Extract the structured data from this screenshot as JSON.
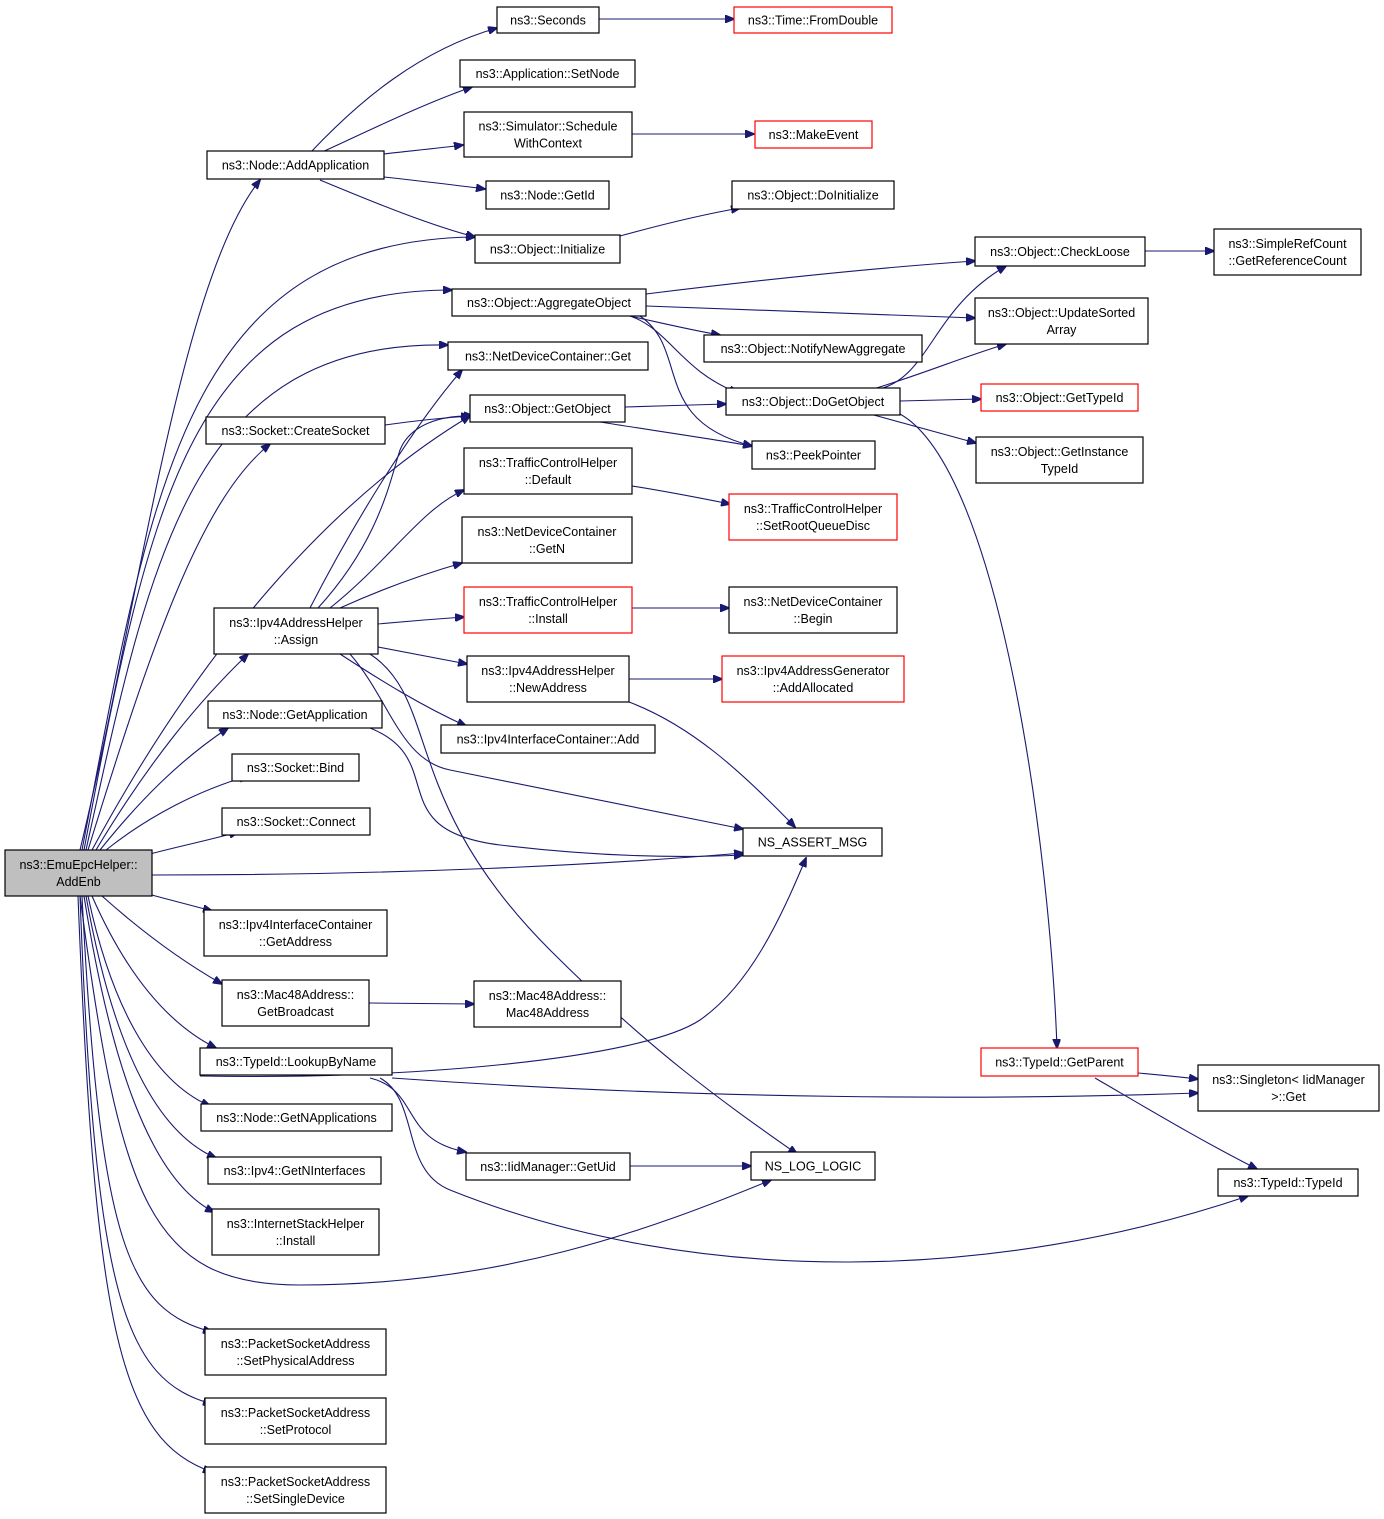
{
  "graph": {
    "root": "ns3::EmuEpcHelper::AddEnb",
    "nodes": [
      {
        "id": "root",
        "label": [
          "ns3::EmuEpcHelper::",
          "AddEnb"
        ],
        "style": "root"
      },
      {
        "id": "seconds",
        "label": [
          "ns3::Seconds"
        ]
      },
      {
        "id": "fromdouble",
        "label": [
          "ns3::Time::FromDouble"
        ],
        "style": "red"
      },
      {
        "id": "setnode",
        "label": [
          "ns3::Application::SetNode"
        ]
      },
      {
        "id": "schedule",
        "label": [
          "ns3::Simulator::Schedule",
          "WithContext"
        ]
      },
      {
        "id": "makeevent",
        "label": [
          "ns3::MakeEvent"
        ],
        "style": "red"
      },
      {
        "id": "addapp",
        "label": [
          "ns3::Node::AddApplication"
        ]
      },
      {
        "id": "getid",
        "label": [
          "ns3::Node::GetId"
        ]
      },
      {
        "id": "doinit",
        "label": [
          "ns3::Object::DoInitialize"
        ]
      },
      {
        "id": "init",
        "label": [
          "ns3::Object::Initialize"
        ]
      },
      {
        "id": "checkloose",
        "label": [
          "ns3::Object::CheckLoose"
        ]
      },
      {
        "id": "refcount",
        "label": [
          "ns3::SimpleRefCount",
          "::GetReferenceCount"
        ]
      },
      {
        "id": "aggregate",
        "label": [
          "ns3::Object::AggregateObject"
        ]
      },
      {
        "id": "updatesorted",
        "label": [
          "ns3::Object::UpdateSorted",
          "Array"
        ]
      },
      {
        "id": "notifynew",
        "label": [
          "ns3::Object::NotifyNewAggregate"
        ]
      },
      {
        "id": "ndcget",
        "label": [
          "ns3::NetDeviceContainer::Get"
        ]
      },
      {
        "id": "createsocket",
        "label": [
          "ns3::Socket::CreateSocket"
        ]
      },
      {
        "id": "getobject",
        "label": [
          "ns3::Object::GetObject"
        ]
      },
      {
        "id": "dogetobject",
        "label": [
          "ns3::Object::DoGetObject"
        ]
      },
      {
        "id": "gettypeid",
        "label": [
          "ns3::Object::GetTypeId"
        ],
        "style": "red"
      },
      {
        "id": "peekpointer",
        "label": [
          "ns3::PeekPointer"
        ]
      },
      {
        "id": "getinstance",
        "label": [
          "ns3::Object::GetInstance",
          "TypeId"
        ]
      },
      {
        "id": "tchdefault",
        "label": [
          "ns3::TrafficControlHelper",
          "::Default"
        ]
      },
      {
        "id": "setrootqd",
        "label": [
          "ns3::TrafficControlHelper",
          "::SetRootQueueDisc"
        ],
        "style": "red"
      },
      {
        "id": "ndcgetn",
        "label": [
          "ns3::NetDeviceContainer",
          "::GetN"
        ]
      },
      {
        "id": "tchinstall",
        "label": [
          "ns3::TrafficControlHelper",
          "::Install"
        ],
        "style": "red"
      },
      {
        "id": "ndcbegin",
        "label": [
          "ns3::NetDeviceContainer",
          "::Begin"
        ]
      },
      {
        "id": "assign",
        "label": [
          "ns3::Ipv4AddressHelper",
          "::Assign"
        ]
      },
      {
        "id": "newaddress",
        "label": [
          "ns3::Ipv4AddressHelper",
          "::NewAddress"
        ]
      },
      {
        "id": "addallocated",
        "label": [
          "ns3::Ipv4AddressGenerator",
          "::AddAllocated"
        ],
        "style": "red"
      },
      {
        "id": "getapp",
        "label": [
          "ns3::Node::GetApplication"
        ]
      },
      {
        "id": "iicadd",
        "label": [
          "ns3::Ipv4InterfaceContainer::Add"
        ]
      },
      {
        "id": "bind",
        "label": [
          "ns3::Socket::Bind"
        ]
      },
      {
        "id": "connect",
        "label": [
          "ns3::Socket::Connect"
        ]
      },
      {
        "id": "assertmsg",
        "label": [
          "NS_ASSERT_MSG"
        ]
      },
      {
        "id": "iicgetaddr",
        "label": [
          "ns3::Ipv4InterfaceContainer",
          "::GetAddress"
        ]
      },
      {
        "id": "getbroadcast",
        "label": [
          "ns3::Mac48Address::",
          "GetBroadcast"
        ]
      },
      {
        "id": "mac48",
        "label": [
          "ns3::Mac48Address::",
          "Mac48Address"
        ]
      },
      {
        "id": "lookupbyname",
        "label": [
          "ns3::TypeId::LookupByName"
        ]
      },
      {
        "id": "getparent",
        "label": [
          "ns3::TypeId::GetParent"
        ],
        "style": "red"
      },
      {
        "id": "singleton",
        "label": [
          "ns3::Singleton< IidManager",
          ">::Get"
        ]
      },
      {
        "id": "getnapps",
        "label": [
          "ns3::Node::GetNApplications"
        ]
      },
      {
        "id": "getuid",
        "label": [
          "ns3::IidManager::GetUid"
        ]
      },
      {
        "id": "loglogic",
        "label": [
          "NS_LOG_LOGIC"
        ]
      },
      {
        "id": "getnifaces",
        "label": [
          "ns3::Ipv4::GetNInterfaces"
        ]
      },
      {
        "id": "typeid",
        "label": [
          "ns3::TypeId::TypeId"
        ]
      },
      {
        "id": "ishinstall",
        "label": [
          "ns3::InternetStackHelper",
          "::Install"
        ]
      },
      {
        "id": "setphys",
        "label": [
          "ns3::PacketSocketAddress",
          "::SetPhysicalAddress"
        ]
      },
      {
        "id": "setproto",
        "label": [
          "ns3::PacketSocketAddress",
          "::SetProtocol"
        ]
      },
      {
        "id": "setsingle",
        "label": [
          "ns3::PacketSocketAddress",
          "::SetSingleDevice"
        ]
      }
    ]
  }
}
